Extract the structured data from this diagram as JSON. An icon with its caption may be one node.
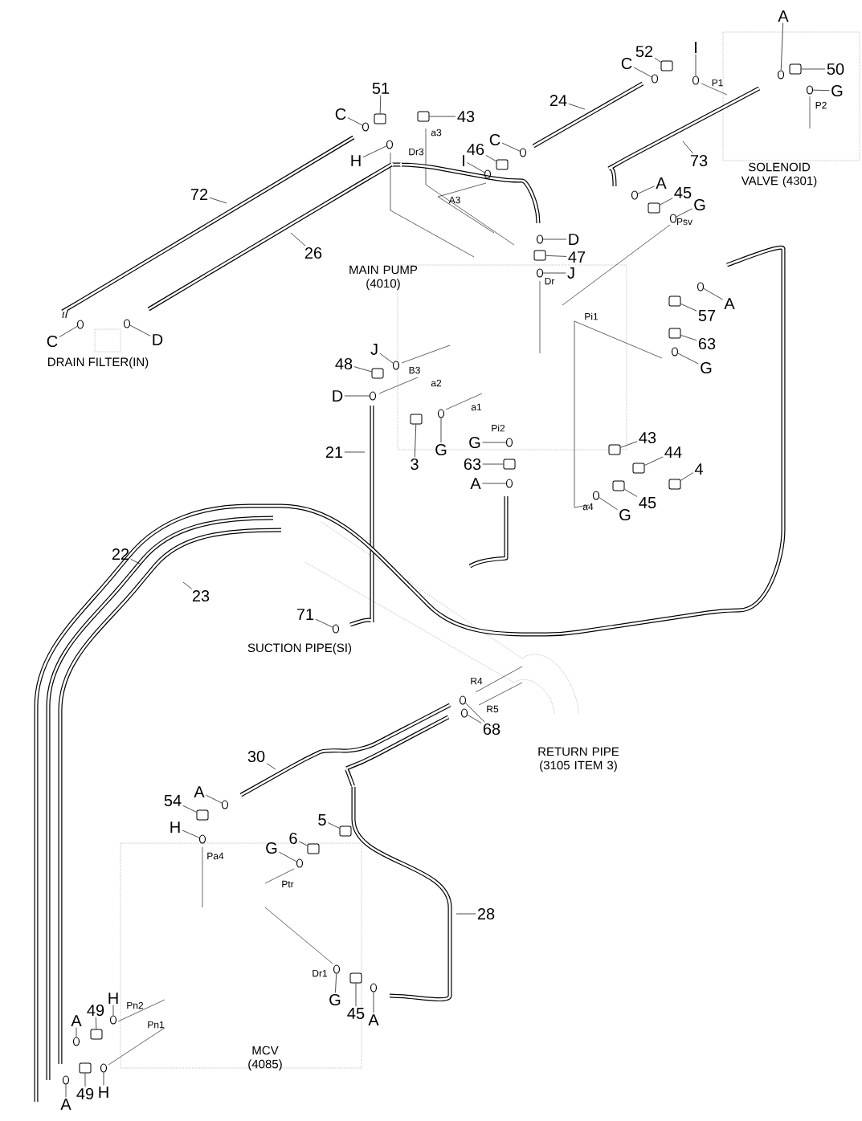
{
  "diagram": {
    "nodes": [
      {
        "text": [
          "A"
        ]
      },
      {
        "text": [
          "52"
        ]
      },
      {
        "text": [
          "I"
        ]
      },
      {
        "text": [
          "C"
        ]
      },
      {
        "text": [
          "50"
        ]
      },
      {
        "text": [
          "51"
        ]
      },
      {
        "text": [
          "G"
        ]
      },
      {
        "text": [
          "24"
        ]
      },
      {
        "text": [
          "C"
        ]
      },
      {
        "text": [
          "43"
        ]
      },
      {
        "text": [
          "C"
        ]
      },
      {
        "text": [
          "46"
        ]
      },
      {
        "text": [
          "H"
        ]
      },
      {
        "text": [
          "73"
        ]
      },
      {
        "text": [
          "I"
        ]
      },
      {
        "text": [
          "A"
        ]
      },
      {
        "text": [
          "72"
        ]
      },
      {
        "text": [
          "45"
        ]
      },
      {
        "text": [
          "G"
        ]
      },
      {
        "text": [
          "D"
        ]
      },
      {
        "text": [
          "26"
        ]
      },
      {
        "text": [
          "47"
        ]
      },
      {
        "text": [
          "J"
        ]
      },
      {
        "text": [
          "A"
        ]
      },
      {
        "text": [
          "57"
        ]
      },
      {
        "text": [
          "C"
        ]
      },
      {
        "text": [
          "D"
        ]
      },
      {
        "text": [
          "63"
        ]
      },
      {
        "text": [
          "J"
        ]
      },
      {
        "text": [
          "48"
        ]
      },
      {
        "text": [
          "G"
        ]
      },
      {
        "text": [
          "D"
        ]
      },
      {
        "text": [
          "G"
        ]
      },
      {
        "text": [
          "G"
        ]
      },
      {
        "text": [
          "43"
        ]
      },
      {
        "text": [
          "21"
        ]
      },
      {
        "text": [
          "44"
        ]
      },
      {
        "text": [
          "3"
        ]
      },
      {
        "text": [
          "63"
        ]
      },
      {
        "text": [
          "4"
        ]
      },
      {
        "text": [
          "A"
        ]
      },
      {
        "text": [
          "45"
        ]
      },
      {
        "text": [
          "G"
        ]
      },
      {
        "text": [
          "22"
        ]
      },
      {
        "text": [
          "23"
        ]
      },
      {
        "text": [
          "71"
        ]
      },
      {
        "text": [
          "68"
        ]
      },
      {
        "text": [
          "30"
        ]
      },
      {
        "text": [
          "A"
        ]
      },
      {
        "text": [
          "54"
        ]
      },
      {
        "text": [
          "5"
        ]
      },
      {
        "text": [
          "H"
        ]
      },
      {
        "text": [
          "6"
        ]
      },
      {
        "text": [
          "G"
        ]
      },
      {
        "text": [
          "28"
        ]
      },
      {
        "text": [
          "H"
        ]
      },
      {
        "text": [
          "G"
        ]
      },
      {
        "text": [
          "49"
        ]
      },
      {
        "text": [
          "45"
        ]
      },
      {
        "text": [
          "A"
        ]
      },
      {
        "text": [
          "A"
        ]
      },
      {
        "text": [
          "H"
        ]
      },
      {
        "text": [
          "49"
        ]
      },
      {
        "text": [
          "A"
        ]
      },
      {
        "text": [],
        "shape": "circle"
      },
      {
        "text": [],
        "shape": "box"
      },
      {
        "text": [],
        "shape": "circle"
      },
      {
        "text": [],
        "shape": "circle"
      },
      {
        "text": [],
        "shape": "box"
      },
      {
        "text": [],
        "shape": "box"
      },
      {
        "text": [],
        "shape": "circle"
      },
      {
        "text": [],
        "shape": "circle"
      },
      {
        "text": [],
        "shape": "box"
      },
      {
        "text": [],
        "shape": "circle"
      },
      {
        "text": [],
        "shape": "box"
      },
      {
        "text": [],
        "shape": "circle"
      },
      {
        "text": [],
        "shape": "circle"
      },
      {
        "text": [],
        "shape": "circle"
      },
      {
        "text": [],
        "shape": "box"
      },
      {
        "text": [],
        "shape": "circle"
      },
      {
        "text": [],
        "shape": "circle"
      },
      {
        "text": [],
        "shape": "box"
      },
      {
        "text": [],
        "shape": "circle"
      },
      {
        "text": [],
        "shape": "circle"
      },
      {
        "text": [],
        "shape": "box"
      },
      {
        "text": [],
        "shape": "circle"
      },
      {
        "text": [],
        "shape": "circle"
      },
      {
        "text": [],
        "shape": "box"
      },
      {
        "text": [],
        "shape": "circle"
      },
      {
        "text": [],
        "shape": "box"
      },
      {
        "text": [],
        "shape": "circle"
      },
      {
        "text": [],
        "shape": "circle"
      },
      {
        "text": [],
        "shape": "circle"
      },
      {
        "text": [],
        "shape": "circle"
      },
      {
        "text": [],
        "shape": "box"
      },
      {
        "text": [],
        "shape": "box"
      },
      {
        "text": [],
        "shape": "box"
      },
      {
        "text": [],
        "shape": "box"
      },
      {
        "text": [],
        "shape": "box"
      },
      {
        "text": [],
        "shape": "circle"
      },
      {
        "text": [],
        "shape": "box"
      },
      {
        "text": [],
        "shape": "circle"
      },
      {
        "text": [],
        "shape": "circle"
      },
      {
        "text": [],
        "shape": "circle"
      },
      {
        "text": [],
        "shape": "circle"
      },
      {
        "text": [],
        "shape": "circle"
      },
      {
        "text": [],
        "shape": "box"
      },
      {
        "text": [],
        "shape": "box"
      },
      {
        "text": [],
        "shape": "circle"
      },
      {
        "text": [],
        "shape": "box"
      },
      {
        "text": [],
        "shape": "circle"
      },
      {
        "text": [],
        "shape": "circle"
      },
      {
        "text": [],
        "shape": "circle"
      },
      {
        "text": [],
        "shape": "box"
      },
      {
        "text": [],
        "shape": "box"
      },
      {
        "text": [],
        "shape": "circle"
      },
      {
        "text": [],
        "shape": "circle"
      },
      {
        "text": [],
        "shape": "circle"
      },
      {
        "text": [],
        "shape": "box"
      },
      {
        "text": [],
        "shape": "circle"
      }
    ],
    "edges": [
      {
        "from": 0,
        "to": 64,
        "arrow": "none"
      },
      {
        "from": 1,
        "to": 65,
        "arrow": "none"
      },
      {
        "from": 2,
        "to": 66,
        "arrow": "none"
      },
      {
        "from": 3,
        "to": 67,
        "arrow": "none"
      },
      {
        "from": 4,
        "to": 68,
        "arrow": "none"
      },
      {
        "from": 5,
        "to": 69,
        "arrow": "none"
      },
      {
        "from": 6,
        "to": 70,
        "arrow": "none"
      },
      {
        "from": 7,
        "to": null,
        "arrow": "none"
      },
      {
        "from": 8,
        "to": 71,
        "arrow": "none"
      },
      {
        "from": 9,
        "to": 72,
        "arrow": "none"
      },
      {
        "from": 10,
        "to": 73,
        "arrow": "none"
      },
      {
        "from": 11,
        "to": 74,
        "arrow": "none"
      },
      {
        "from": 12,
        "to": 75,
        "arrow": "none"
      },
      {
        "from": 13,
        "to": null,
        "arrow": "none"
      },
      {
        "from": 14,
        "to": 76,
        "arrow": "none"
      },
      {
        "from": 15,
        "to": 77,
        "arrow": "none"
      },
      {
        "from": 16,
        "to": null,
        "arrow": "none"
      },
      {
        "from": 17,
        "to": 78,
        "arrow": "none"
      },
      {
        "from": 18,
        "to": 79,
        "arrow": "none"
      },
      {
        "from": 19,
        "to": 80,
        "arrow": "none"
      },
      {
        "from": 20,
        "to": null,
        "arrow": "none"
      },
      {
        "from": 21,
        "to": 81,
        "arrow": "none"
      },
      {
        "from": 22,
        "to": 82,
        "arrow": "none"
      },
      {
        "from": 23,
        "to": 83,
        "arrow": "none"
      },
      {
        "from": 24,
        "to": 84,
        "arrow": "none"
      },
      {
        "from": 25,
        "to": 85,
        "arrow": "none"
      },
      {
        "from": 26,
        "to": 86,
        "arrow": "none"
      },
      {
        "from": 27,
        "to": 87,
        "arrow": "none"
      },
      {
        "from": 28,
        "to": 88,
        "arrow": "none"
      },
      {
        "from": 29,
        "to": 89,
        "arrow": "none"
      },
      {
        "from": 30,
        "to": 90,
        "arrow": "none"
      },
      {
        "from": 31,
        "to": 91,
        "arrow": "none"
      },
      {
        "from": 32,
        "to": 92,
        "arrow": "none"
      },
      {
        "from": 33,
        "to": 93,
        "arrow": "none"
      },
      {
        "from": 34,
        "to": 94,
        "arrow": "none"
      },
      {
        "from": 35,
        "to": null,
        "arrow": "none"
      },
      {
        "from": 36,
        "to": 95,
        "arrow": "none"
      },
      {
        "from": 37,
        "to": 96,
        "arrow": "none"
      },
      {
        "from": 38,
        "to": 97,
        "arrow": "none"
      },
      {
        "from": 39,
        "to": 98,
        "arrow": "none"
      },
      {
        "from": 40,
        "to": 99,
        "arrow": "none"
      },
      {
        "from": 41,
        "to": 100,
        "arrow": "none"
      },
      {
        "from": 42,
        "to": 101,
        "arrow": "none"
      },
      {
        "from": 43,
        "to": null,
        "arrow": "none"
      },
      {
        "from": 44,
        "to": null,
        "arrow": "none"
      },
      {
        "from": 45,
        "to": 102,
        "arrow": "none"
      },
      {
        "from": 46,
        "to": 103,
        "arrow": "none"
      },
      {
        "from": 46,
        "to": 104,
        "arrow": "none"
      },
      {
        "from": 47,
        "to": null,
        "arrow": "none"
      },
      {
        "from": 48,
        "to": 105,
        "arrow": "none"
      },
      {
        "from": 49,
        "to": 106,
        "arrow": "none"
      },
      {
        "from": 50,
        "to": 107,
        "arrow": "none"
      },
      {
        "from": 51,
        "to": 108,
        "arrow": "none"
      },
      {
        "from": 52,
        "to": 109,
        "arrow": "none"
      },
      {
        "from": 53,
        "to": 110,
        "arrow": "none"
      },
      {
        "from": 54,
        "to": null,
        "arrow": "none"
      },
      {
        "from": 55,
        "to": 111,
        "arrow": "none"
      },
      {
        "from": 56,
        "to": 112,
        "arrow": "none"
      },
      {
        "from": 57,
        "to": 113,
        "arrow": "none"
      },
      {
        "from": 58,
        "to": 114,
        "arrow": "none"
      },
      {
        "from": 59,
        "to": 115,
        "arrow": "none"
      },
      {
        "from": 60,
        "to": 116,
        "arrow": "none"
      },
      {
        "from": 61,
        "to": 117,
        "arrow": "none"
      },
      {
        "from": 62,
        "to": 118,
        "arrow": "none"
      },
      {
        "from": 63,
        "to": 119,
        "arrow": "none"
      }
    ],
    "labels": [
      "P1",
      "P2",
      "a3",
      "Dr3",
      "SOLENOID VALVE (4301)",
      "A3",
      "Psv",
      "MAIN PUMP (4010)",
      "Dr",
      "Pi1",
      "DRAIN FILTER(IN)",
      "B3",
      "a2",
      "a1",
      "Pi2",
      "a4",
      "SUCTION PIPE(SI)",
      "R4",
      "R5",
      "RETURN PIPE (3105 ITEM 3)",
      "Pa4",
      "Ptr",
      "Dr1",
      "Pn2",
      "Pn1",
      "MCV (4085)"
    ]
  }
}
